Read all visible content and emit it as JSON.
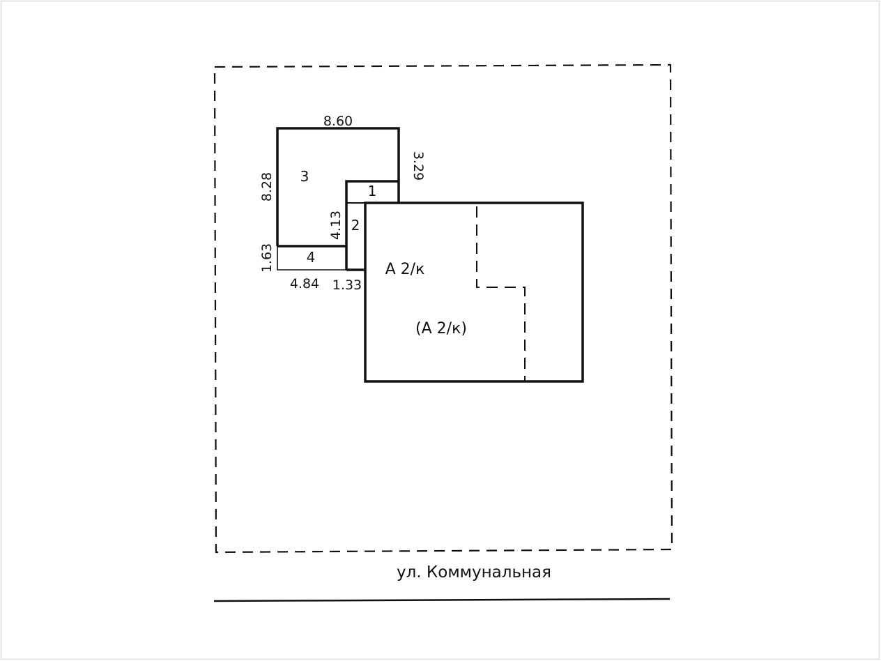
{
  "colors": {
    "line": "#111111",
    "background": "#ffffff",
    "frame": "#e4e4e4"
  },
  "dimensions": {
    "top_width": "8.60",
    "right_upper": "3.29",
    "left_height": "8.28",
    "inner_height": "4.13",
    "bottom_left_height": "1.63",
    "bottom_width": "4.84",
    "small_width": "1.33"
  },
  "rooms": {
    "room_1": "1",
    "room_2": "2",
    "room_3": "3",
    "room_4": "4"
  },
  "building": {
    "label": "А 2/к",
    "label_alt": "(А 2/к)"
  },
  "street": {
    "label": "ул. Коммунальная"
  }
}
